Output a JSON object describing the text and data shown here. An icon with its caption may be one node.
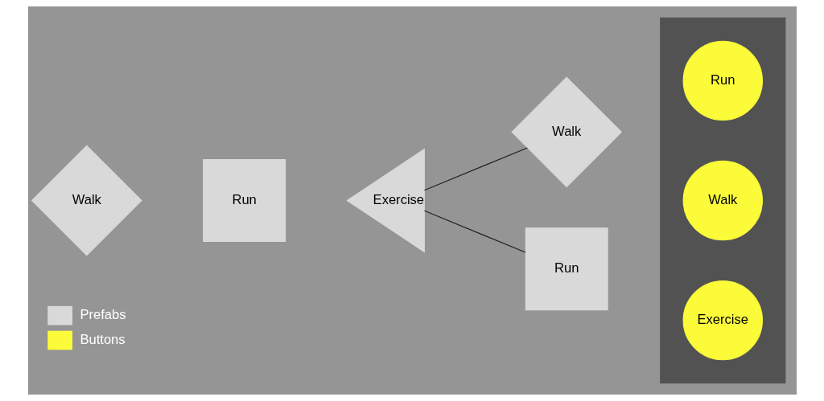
{
  "diagram": {
    "nodes": [
      {
        "text": [
          "Walk"
        ]
      },
      {
        "text": [
          "Run"
        ]
      },
      {
        "text": [
          "Exercise"
        ]
      },
      {
        "text": [
          "Walk"
        ]
      },
      {
        "text": [
          "Run"
        ]
      },
      {
        "text": [],
        "shape": "box"
      },
      {
        "text": [
          "Run"
        ],
        "in": 5
      },
      {
        "text": [
          "Walk"
        ],
        "in": 5
      },
      {
        "text": [
          "Exercise"
        ],
        "in": 5
      }
    ],
    "edges": [
      {
        "from": 2,
        "to": 3,
        "arrow": "none"
      },
      {
        "from": 2,
        "to": 4,
        "arrow": "none"
      }
    ],
    "legend": [
      {
        "text": "Prefabs",
        "color": "#d9d9d9"
      },
      {
        "text": "Buttons",
        "color": "#fbfb3a"
      }
    ]
  }
}
